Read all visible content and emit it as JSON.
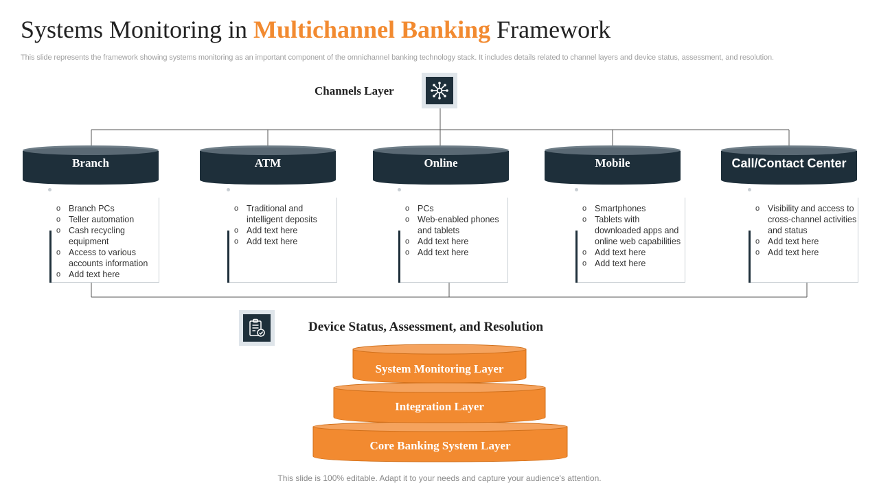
{
  "header": {
    "title_part1": "Systems Monitoring in ",
    "title_accent": "Multichannel Banking",
    "title_part2": " Framework",
    "subtitle": "This slide represents the framework showing systems monitoring as an important component of the omnichannel banking technology stack. It includes details related to channel layers and device status, assessment, and resolution."
  },
  "channels_layer": {
    "label": "Channels Layer",
    "icon": "network-hub-icon"
  },
  "channels": [
    {
      "name": "Branch",
      "items": [
        "Branch PCs",
        "Teller automation",
        "Cash recycling equipment",
        "Access to various accounts information",
        "Add text here"
      ]
    },
    {
      "name": "ATM",
      "items": [
        "Traditional and intelligent deposits",
        "Add text here",
        "Add text here"
      ]
    },
    {
      "name": "Online",
      "items": [
        "PCs",
        "Web-enabled phones and tablets",
        "Add text here",
        "Add text here"
      ]
    },
    {
      "name": "Mobile",
      "items": [
        "Smartphones",
        "Tablets with downloaded apps and online web capabilities",
        "Add text here",
        "Add text here"
      ]
    },
    {
      "name": "Call/Contact Center",
      "items": [
        "Visibility and access to cross-channel activities and status",
        "Add text here",
        "Add text here"
      ]
    }
  ],
  "device_section": {
    "label": "Device Status, Assessment, and Resolution",
    "icon": "clipboard-check-icon"
  },
  "stack_layers": [
    {
      "label": "System Monitoring Layer"
    },
    {
      "label": "Integration Layer"
    },
    {
      "label": "Core Banking System Layer"
    }
  ],
  "colors": {
    "accent": "#f28a30",
    "dark": "#1e2f3a",
    "line": "#555555"
  },
  "footer": "This slide is 100% editable. Adapt it to your needs and capture your audience's attention."
}
